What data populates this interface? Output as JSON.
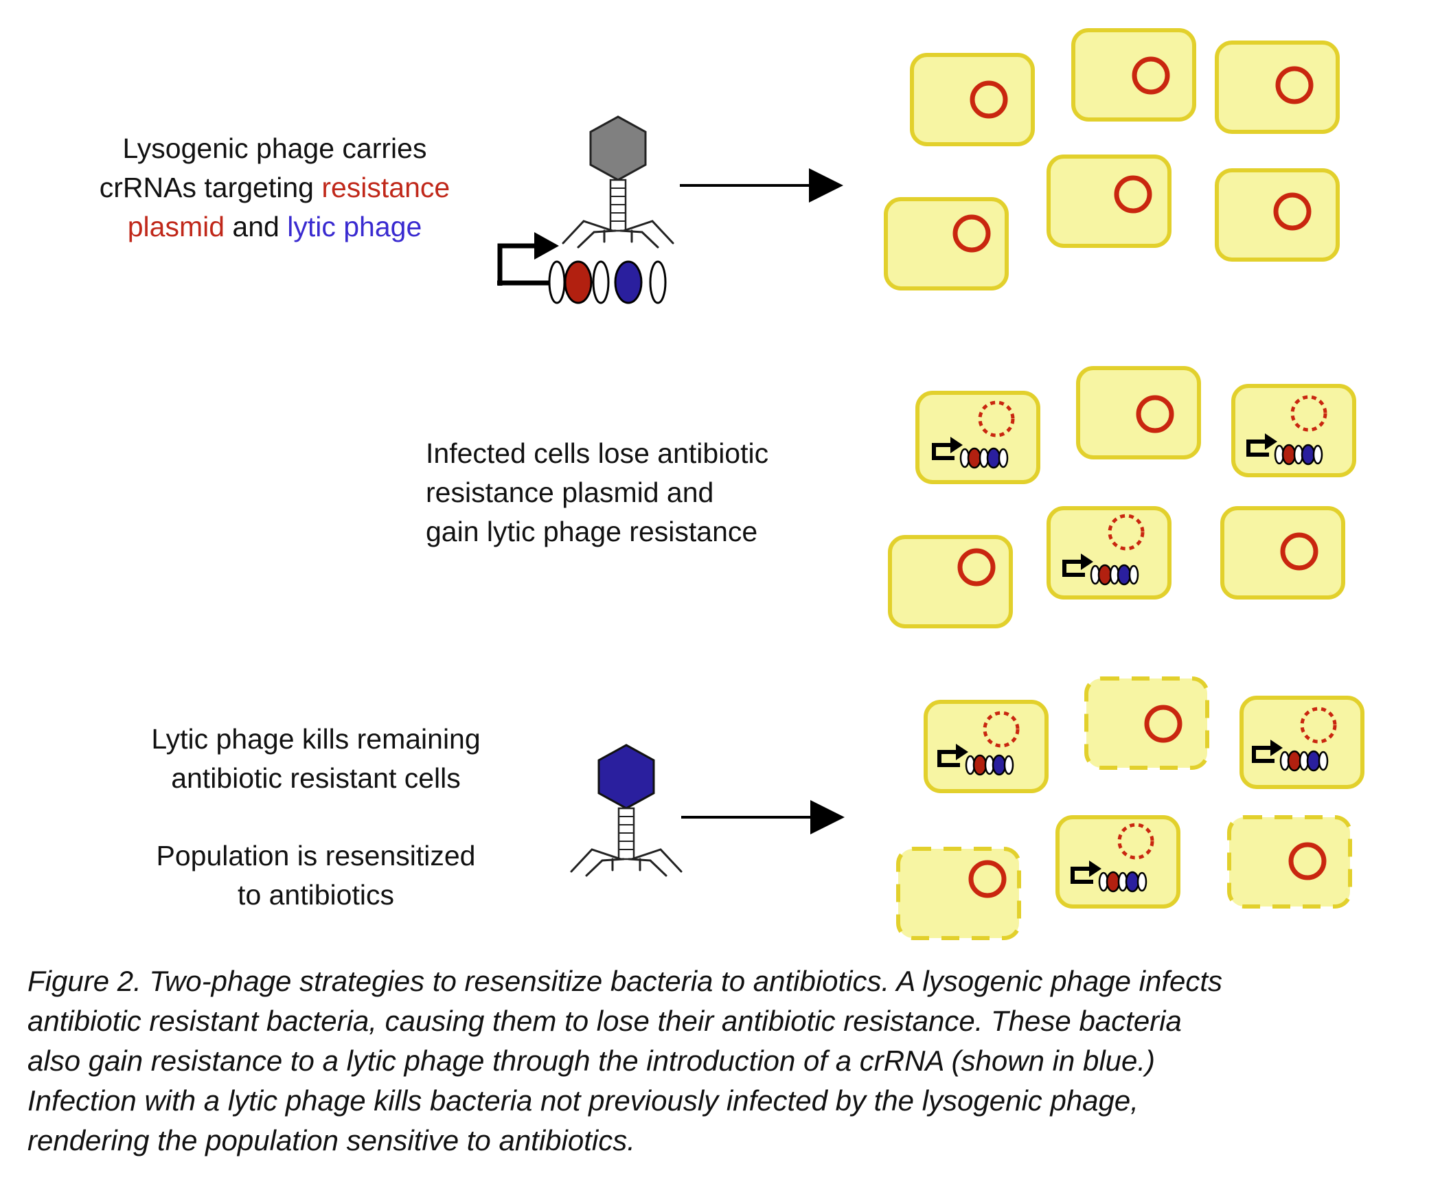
{
  "colors": {
    "cell_fill": "#f7f5a3",
    "cell_border": "#e2d02c",
    "plasmid": "#c9260f",
    "crna_red": "#b22010",
    "crna_blue": "#2a1f9e",
    "phage_lysogenic": "#808080",
    "phage_lytic": "#2a1f9e",
    "text_red": "#c0281a",
    "text_blue": "#3a2bd0"
  },
  "icons": [
    "phage-icon",
    "arrow-right-icon",
    "promoter-arrow-icon",
    "plasmid-icon",
    "crispr-array-icon"
  ],
  "panel1": {
    "line1": "Lysogenic phage carries",
    "line2_a": "crRNAs targeting ",
    "line2_b": "resistance",
    "line3_a": "plasmid",
    "line3_b": " and ",
    "line3_c": "lytic phage"
  },
  "panel2": {
    "line1": "Infected cells lose antibiotic",
    "line2": "resistance plasmid and",
    "line3": "gain lytic phage resistance"
  },
  "panel3": {
    "line1": "Lytic phage kills remaining",
    "line2": "antibiotic resistant cells",
    "line3": "Population is resensitized",
    "line4": "to antibiotics"
  },
  "caption": {
    "line1": "Figure 2. Two-phage strategies to resensitize bacteria to antibiotics. A lysogenic phage infects",
    "line2": "antibiotic resistant bacteria, causing them to lose their antibiotic resistance. These bacteria",
    "line3": "also gain resistance to a lytic phage through the introduction of a crRNA (shown in blue.)",
    "line4": "Infection with a lytic phage kills bacteria not previously infected by the lysogenic phage,",
    "line5": "rendering the population sensitive to antibiotics."
  }
}
